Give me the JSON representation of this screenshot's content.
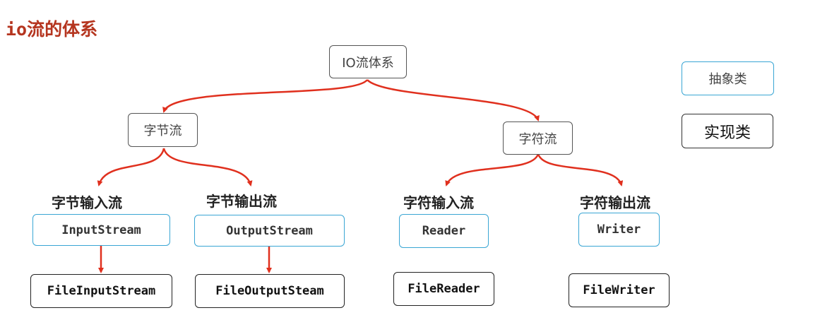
{
  "title": "io流的体系",
  "root": {
    "label": "IO流体系"
  },
  "byte_stream": {
    "label": "字节流",
    "input": {
      "heading": "字节输入流",
      "abstract": "InputStream",
      "impl": "FileInputStream"
    },
    "output": {
      "heading": "字节输出流",
      "abstract": "OutputStream",
      "impl": "FileOutputSteam"
    }
  },
  "char_stream": {
    "label": "字符流",
    "input": {
      "heading": "字符输入流",
      "abstract": "Reader",
      "impl": "FileReader"
    },
    "output": {
      "heading": "字符输出流",
      "abstract": "Writer",
      "impl": "FileWriter"
    }
  },
  "legend": {
    "abstract_label": "抽象类",
    "impl_label": "实现类"
  },
  "colors": {
    "arrow": "#e0301e",
    "abstract_border": "#3aa6d4",
    "impl_border": "#222222",
    "title": "#b5351f"
  }
}
